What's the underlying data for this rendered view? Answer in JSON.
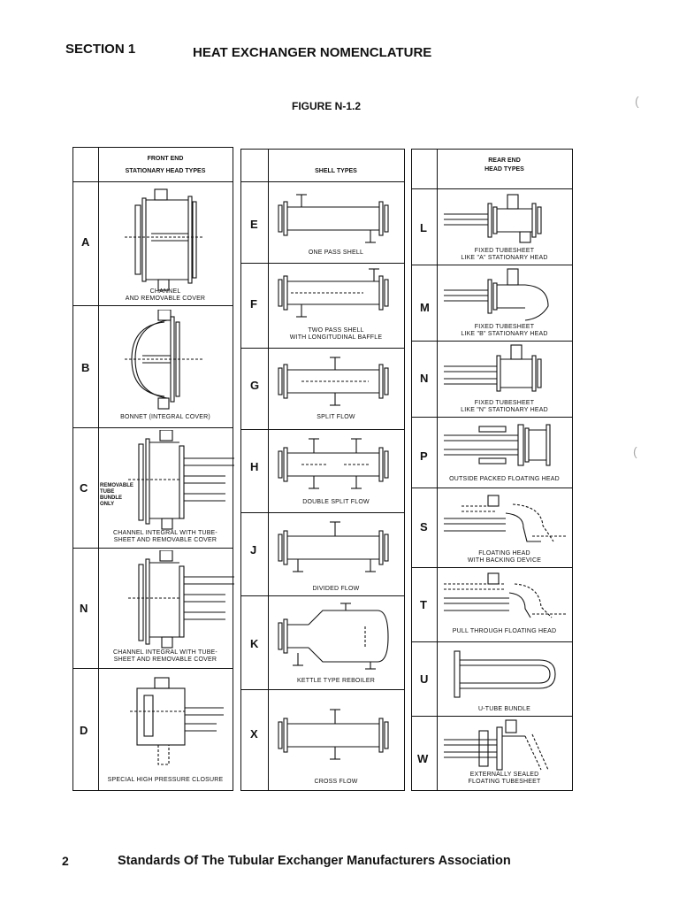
{
  "header": {
    "section": "SECTION 1",
    "title": "HEAT EXCHANGER NOMENCLATURE",
    "figure": "FIGURE N-1.2"
  },
  "front_end": {
    "heading_line1": "FRONT END",
    "heading_line2": "STATIONARY HEAD TYPES",
    "rows": [
      {
        "letter": "A",
        "caption_line1": "CHANNEL",
        "caption_line2": "AND REMOVABLE COVER",
        "drawing": "channel-removable-cover-drawing"
      },
      {
        "letter": "B",
        "caption_line1": "BONNET (INTEGRAL COVER)",
        "caption_line2": "",
        "drawing": "bonnet-drawing"
      },
      {
        "letter": "C",
        "caption_line1": "CHANNEL INTEGRAL WITH TUBE-",
        "caption_line2": "SHEET AND REMOVABLE COVER",
        "drawing": "channel-integral-drawing"
      },
      {
        "letter": "N",
        "caption_line1": "CHANNEL INTEGRAL WITH TUBE-",
        "caption_line2": "SHEET AND REMOVABLE COVER",
        "drawing": "channel-integral-n-drawing"
      },
      {
        "letter": "D",
        "caption_line1": "SPECIAL HIGH PRESSURE CLOSURE",
        "caption_line2": "",
        "drawing": "high-pressure-closure-drawing"
      }
    ],
    "removable_note": [
      "REMOVABLE",
      "TUBE",
      "BUNDLE",
      "ONLY"
    ]
  },
  "shell": {
    "heading": "SHELL TYPES",
    "rows": [
      {
        "letter": "E",
        "caption_line1": "ONE PASS SHELL",
        "caption_line2": ""
      },
      {
        "letter": "F",
        "caption_line1": "TWO PASS SHELL",
        "caption_line2": "WITH LONGITUDINAL BAFFLE"
      },
      {
        "letter": "G",
        "caption_line1": "SPLIT FLOW",
        "caption_line2": ""
      },
      {
        "letter": "H",
        "caption_line1": "DOUBLE SPLIT FLOW",
        "caption_line2": ""
      },
      {
        "letter": "J",
        "caption_line1": "DIVIDED FLOW",
        "caption_line2": ""
      },
      {
        "letter": "K",
        "caption_line1": "KETTLE TYPE REBOILER",
        "caption_line2": ""
      },
      {
        "letter": "X",
        "caption_line1": "CROSS FLOW",
        "caption_line2": ""
      }
    ]
  },
  "rear_end": {
    "heading_line1": "REAR END",
    "heading_line2": "HEAD TYPES",
    "rows": [
      {
        "letter": "L",
        "caption_line1": "FIXED TUBESHEET",
        "caption_line2": "LIKE \"A\" STATIONARY HEAD"
      },
      {
        "letter": "M",
        "caption_line1": "FIXED TUBESHEET",
        "caption_line2": "LIKE \"B\" STATIONARY HEAD"
      },
      {
        "letter": "N",
        "caption_line1": "FIXED TUBESHEET",
        "caption_line2": "LIKE \"N\" STATIONARY HEAD"
      },
      {
        "letter": "P",
        "caption_line1": "OUTSIDE PACKED FLOATING HEAD",
        "caption_line2": ""
      },
      {
        "letter": "S",
        "caption_line1": "FLOATING HEAD",
        "caption_line2": "WITH BACKING DEVICE"
      },
      {
        "letter": "T",
        "caption_line1": "PULL THROUGH FLOATING HEAD",
        "caption_line2": ""
      },
      {
        "letter": "U",
        "caption_line1": "U-TUBE BUNDLE",
        "caption_line2": ""
      },
      {
        "letter": "W",
        "caption_line1": "EXTERNALLY SEALED",
        "caption_line2": "FLOATING TUBESHEET"
      }
    ]
  },
  "footer": {
    "page_number": "2",
    "text": "Standards Of The Tubular Exchanger Manufacturers Association"
  }
}
